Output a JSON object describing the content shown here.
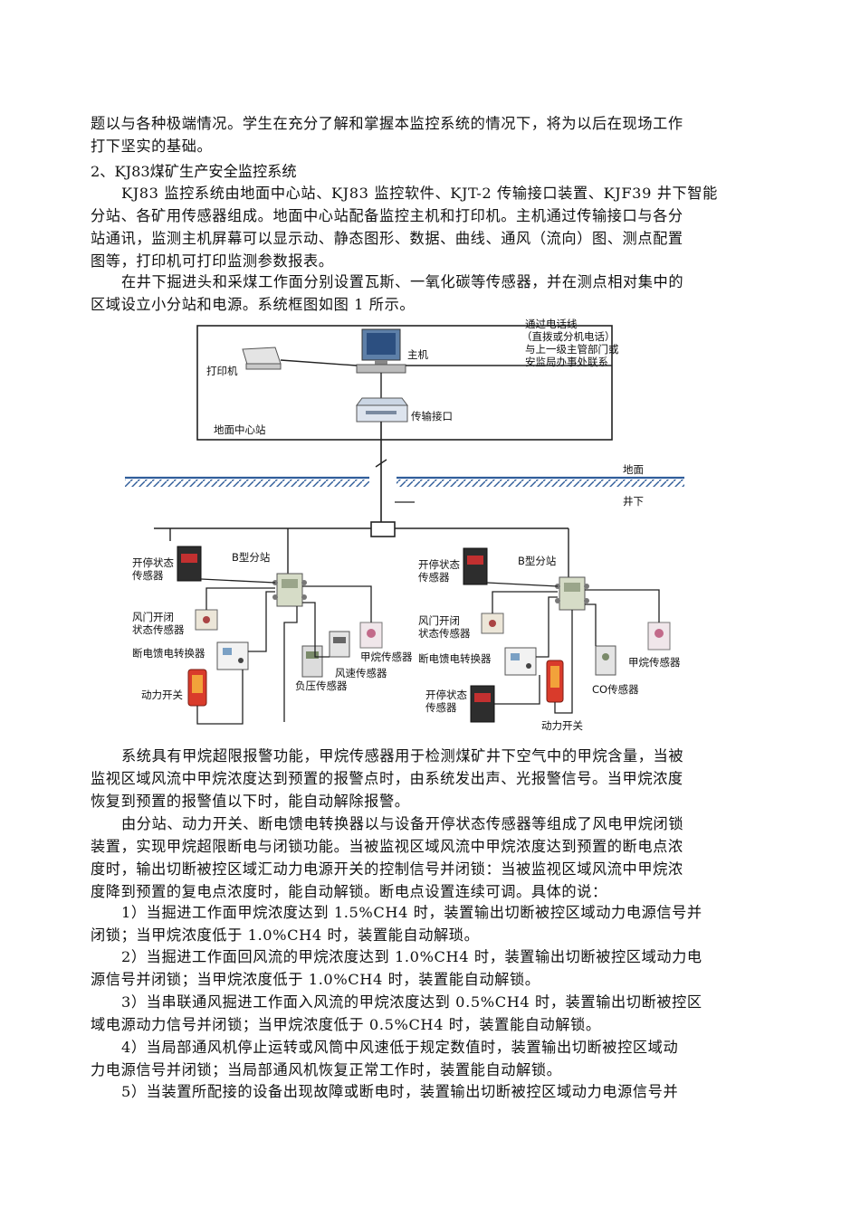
{
  "top_paragraph": {
    "line1": "题以与各种极端情况。学生在充分了解和掌握本监控系统的情况下，将为以后在现场工作",
    "line2": "打下坚实的基础。"
  },
  "section_heading": "2、KJ83煤矿生产安全监控系统",
  "para1": {
    "line1": "KJ83 监控系统由地面中心站、KJ83 监控软件、KJT-2 传输接口装置、KJF39 井下智能",
    "line2": "分站、各矿用传感器组成。地面中心站配备监控主机和打印机。主机通过传输接口与各分",
    "line3": "站通讯，监测主机屏幕可以显示动、静态图形、数据、曲线、通风（流向）图、测点配置",
    "line4": "图等，打印机可打印监测参数报表。"
  },
  "para2": {
    "line1": "在井下掘进头和采煤工作面分别设置瓦斯、一氧化碳等传感器，并在测点相对集中的",
    "line2": "区域设立小分站和电源。系统框图如图 1 所示。"
  },
  "diagram": {
    "phone_note1": "通过电话线",
    "phone_note2": "（直拨或分机电话）",
    "phone_note3": "与上一级主管部门或",
    "phone_note4": "安监局办事处联系",
    "host": "主机",
    "printer": "打印机",
    "interface": "传输接口",
    "center_station": "地面中心站",
    "ground": "地面",
    "underground": "井下",
    "left": {
      "station": "B型分站",
      "onoff1": "开停状态",
      "onoff2": "传感器",
      "door1": "风门开闭",
      "door2": "状态传感器",
      "converter": "断电馈电转换器",
      "power_switch": "动力开关",
      "methane": "甲烷传感器",
      "wind": "风速传感器",
      "pressure": "负压传感器"
    },
    "right": {
      "station": "B型分站",
      "onoff1": "开停状态",
      "onoff2": "传感器",
      "door1": "风门开闭",
      "door2": "状态传感器",
      "converter": "断电馈电转换器",
      "onoff3": "开停状态",
      "onoff4": "传感器",
      "power_switch": "动力开关",
      "co": "CO传感器",
      "methane": "甲烷传感器"
    }
  },
  "para3": {
    "line1": "系统具有甲烷超限报警功能，甲烷传感器用于检测煤矿井下空气中的甲烷含量，当被",
    "line2": "监视区域风流中甲烷浓度达到预置的报警点时，由系统发出声、光报警信号。当甲烷浓度",
    "line3": "恢复到预置的报警值以下时，能自动解除报警。"
  },
  "para4": {
    "line1": "由分站、动力开关、断电馈电转换器以与设备开停状态传感器等组成了风电甲烷闭锁",
    "line2": "装置，实现甲烷超限断电与闭锁功能。当被监视区域风流中甲烷浓度达到预置的断电点浓",
    "line3": "度时，输出切断被控区域汇动力电源开关的控制信号并闭锁：当被监视区域风流中甲烷浓",
    "line4": "度降到预置的复电点浓度时，能自动解锁。断电点设置连续可调。具体的说："
  },
  "item1": {
    "line1": "1）当掘进工作面甲烷浓度达到 1.5%CH4 时，装置输出切断被控区域动力电源信号并",
    "line2": "闭锁；当甲烷浓度低于 1.0%CH4 时，装置能自动解琐。"
  },
  "item2": {
    "line1": "2）当掘进工作面回风流的甲烷浓度达到 1.0%CH4 时，装置输出切断被控区域动力电",
    "line2": "源信号并闭锁；当甲烷浓度低于 1.0%CH4 时，装置能自动解锁。"
  },
  "item3": {
    "line1": "3）当串联通风掘进工作面入风流的甲烷浓度达到 0.5%CH4 时，装置输出切断被控区",
    "line2": "域电源动力信号并闭锁；当甲烷浓度低于 0.5%CH4 时，装置能自动解锁。"
  },
  "item4": {
    "line1": "4）当局部通风机停止运转或风筒中风速低于规定数值时，装置输出切断被控区域动",
    "line2": "力电源信号并闭锁；当局部通风机恢复正常工作时，装置能自动解锁。"
  },
  "item5": {
    "line1": "5）当装置所配接的设备出现故障或断电时，装置输出切断被控区域动力电源信号并"
  }
}
